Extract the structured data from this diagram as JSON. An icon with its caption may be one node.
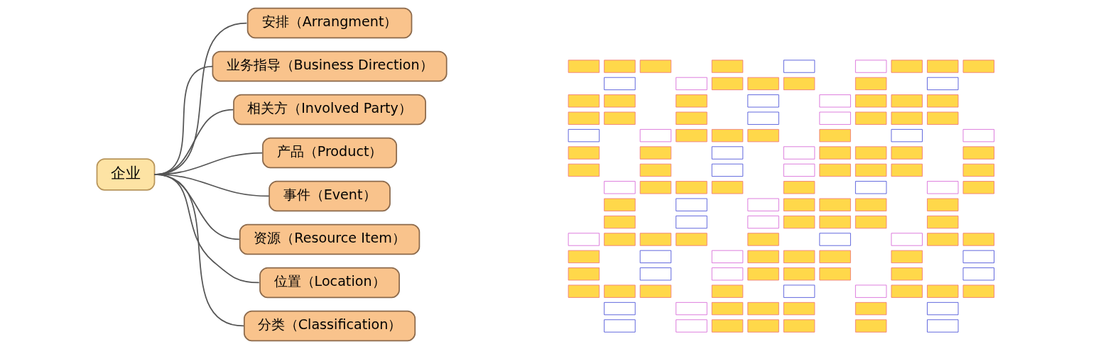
{
  "diagram": {
    "nodes": [
      {
        "text": [
          "企业"
        ]
      },
      {
        "text": [
          "安排（Arrangment）"
        ]
      },
      {
        "text": [
          "业务指导（Business Direction）"
        ]
      },
      {
        "text": [
          "相关方（Involved Party）"
        ]
      },
      {
        "text": [
          "产品（Product）"
        ]
      },
      {
        "text": [
          "事件（Event）"
        ]
      },
      {
        "text": [
          "资源（Resource Item）"
        ]
      },
      {
        "text": [
          "位置（Location）"
        ]
      },
      {
        "text": [
          "分类（Classification）"
        ]
      },
      {
        "text": [],
        "shape": "picture"
      }
    ],
    "edges": [
      {
        "from": 0,
        "to": 1,
        "arrow": "none"
      },
      {
        "from": 0,
        "to": 2,
        "arrow": "none"
      },
      {
        "from": 0,
        "to": 3,
        "arrow": "none"
      },
      {
        "from": 0,
        "to": 4,
        "arrow": "none"
      },
      {
        "from": 0,
        "to": 5,
        "arrow": "none"
      },
      {
        "from": 0,
        "to": 6,
        "arrow": "none"
      },
      {
        "from": 0,
        "to": 7,
        "arrow": "none"
      },
      {
        "from": 0,
        "to": 8,
        "arrow": "none"
      }
    ]
  }
}
